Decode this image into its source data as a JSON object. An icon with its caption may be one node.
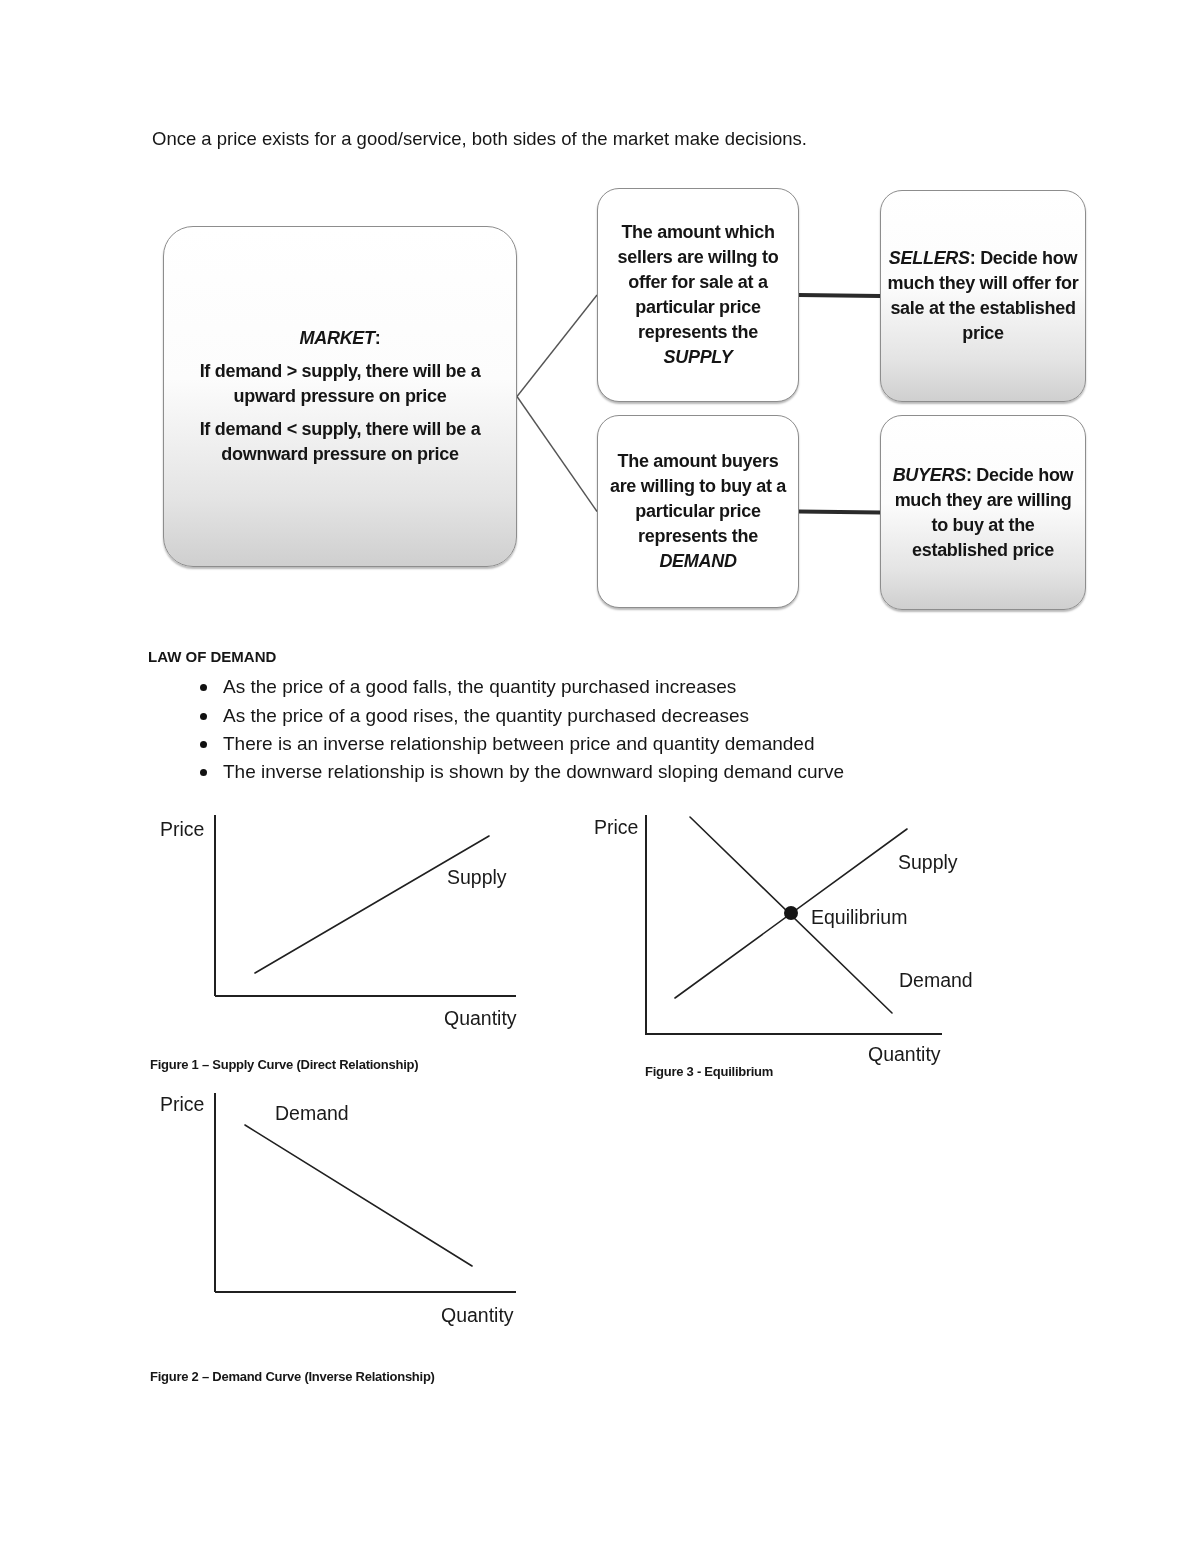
{
  "diagram": {
    "nodes": [
      {
        "text": [
          "*MARKET*:",
          "If demand > supply, there will be a upward pressure on price",
          "If demand < supply, there will be a downward pressure on price"
        ]
      },
      {
        "text": [
          "The amount which sellers are willng to offer for sale at a particular price represents the *SUPPLY*"
        ]
      },
      {
        "text": [
          "*SELLERS*: Decide how much they will offer for sale at the established price"
        ]
      },
      {
        "text": [
          "The amount buyers are willing to buy at a particular price represents the *DEMAND*"
        ]
      },
      {
        "text": [
          "*BUYERS*: Decide how much they are willing to buy at the established price"
        ]
      }
    ],
    "edges": [
      {
        "from": 0,
        "to": 1,
        "arrow": "none"
      },
      {
        "from": 0,
        "to": 3,
        "arrow": "none"
      },
      {
        "from": 1,
        "to": 2,
        "arrow": "none",
        "style": "thick"
      },
      {
        "from": 3,
        "to": 4,
        "arrow": "none",
        "style": "thick"
      }
    ],
    "labels": [
      "Once a price exists for a good/service, both sides of the market make decisions.",
      "LAW OF DEMAND",
      "As the price of a good falls, the quantity purchased increases",
      "As the price of a good rises, the quantity purchased decreases",
      "There is an inverse relationship between price and quantity demanded",
      "The inverse relationship is shown by the downward sloping demand curve",
      "Price",
      "Supply",
      "Quantity",
      "Figure 1 – Supply Curve (Direct Relationship)",
      "Price",
      "Supply",
      "Equilibrium",
      "Demand",
      "Quantity",
      "Figure 3 - Equilibrium",
      "Price",
      "Demand",
      "Quantity",
      "Figure 2 – Demand Curve (Inverse Relationship)"
    ]
  }
}
